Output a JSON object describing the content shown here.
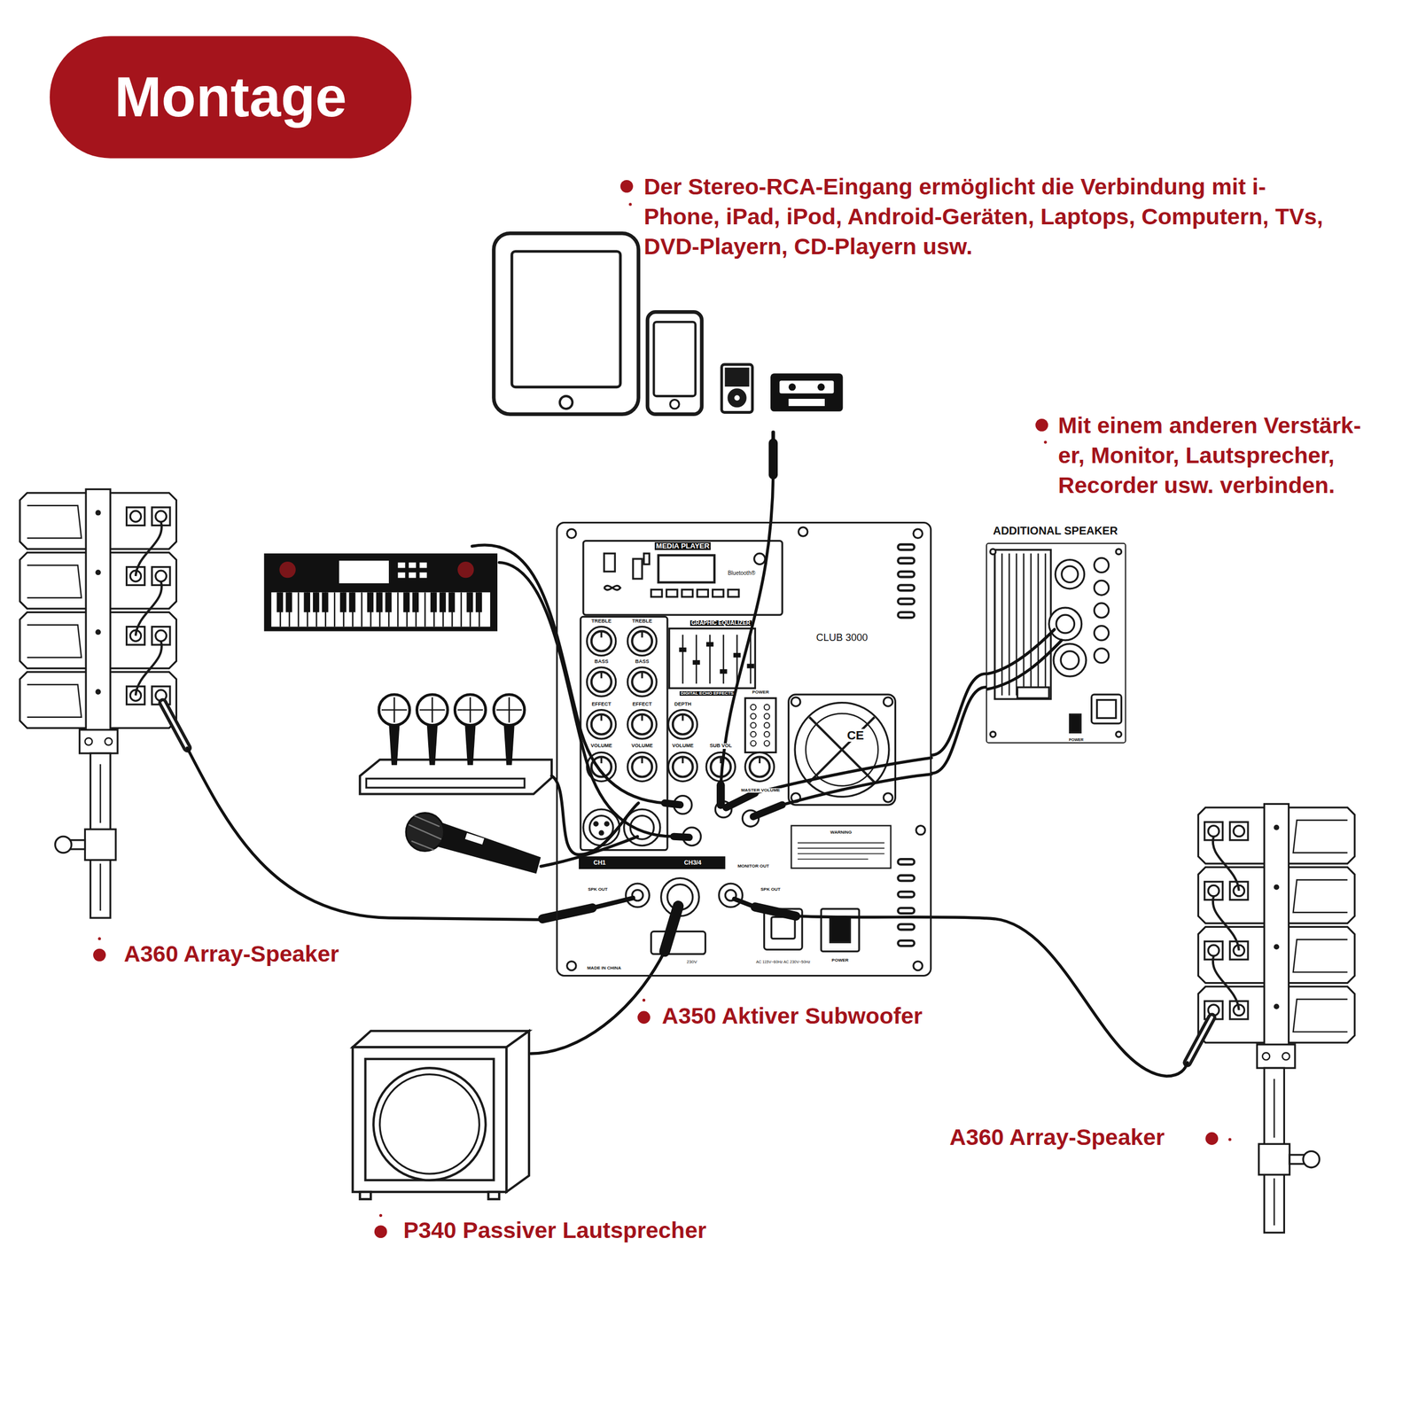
{
  "diagram": {
    "title": "Montage",
    "nodes": [
      {
        "text": [
          "MEDIA PLAYER",
          "Bluetooth®",
          "TREBLE",
          "TREBLE",
          "GRAPHIC EQUALIZER",
          "CLUB 3000",
          "BASS",
          "BASS",
          "DIGITAL ECHO EFFECTS",
          "POWER",
          "EFFECT",
          "EFFECT",
          "DEPTH",
          "CE",
          "VOLUME",
          "VOLUME",
          "VOLUME",
          "SUB VOL",
          "MASTER VOLUME",
          "WARNING",
          "CH1",
          "CH3/4",
          "MONITOR OUT",
          "SPK OUT",
          "SPK OUT",
          "230V",
          "AC 115V~60Hz AC 230V~50Hz",
          "POWER",
          "MADE IN CHINA"
        ]
      },
      {
        "text": [
          "ADDITIONAL SPEAKER",
          "POWER"
        ]
      }
    ],
    "edges": [
      {
        "from": 0,
        "to": 1,
        "arrow": "none"
      }
    ],
    "labels": [
      "Der Stereo-RCA-Eingang ermöglicht die Verbindung mit i- Phone, iPad, iPod, Android-Geräten, Laptops, Computern, TVs, DVD-Playern, CD-Playern usw.",
      "Mit einem anderen Verstärk- er, Monitor, Lautsprecher, Recorder usw. verbinden.",
      "A360 Array-Speaker",
      "A350 Aktiver Subwoofer",
      "A360 Array-Speaker",
      "P340 Passiver Lautsprecher"
    ]
  }
}
